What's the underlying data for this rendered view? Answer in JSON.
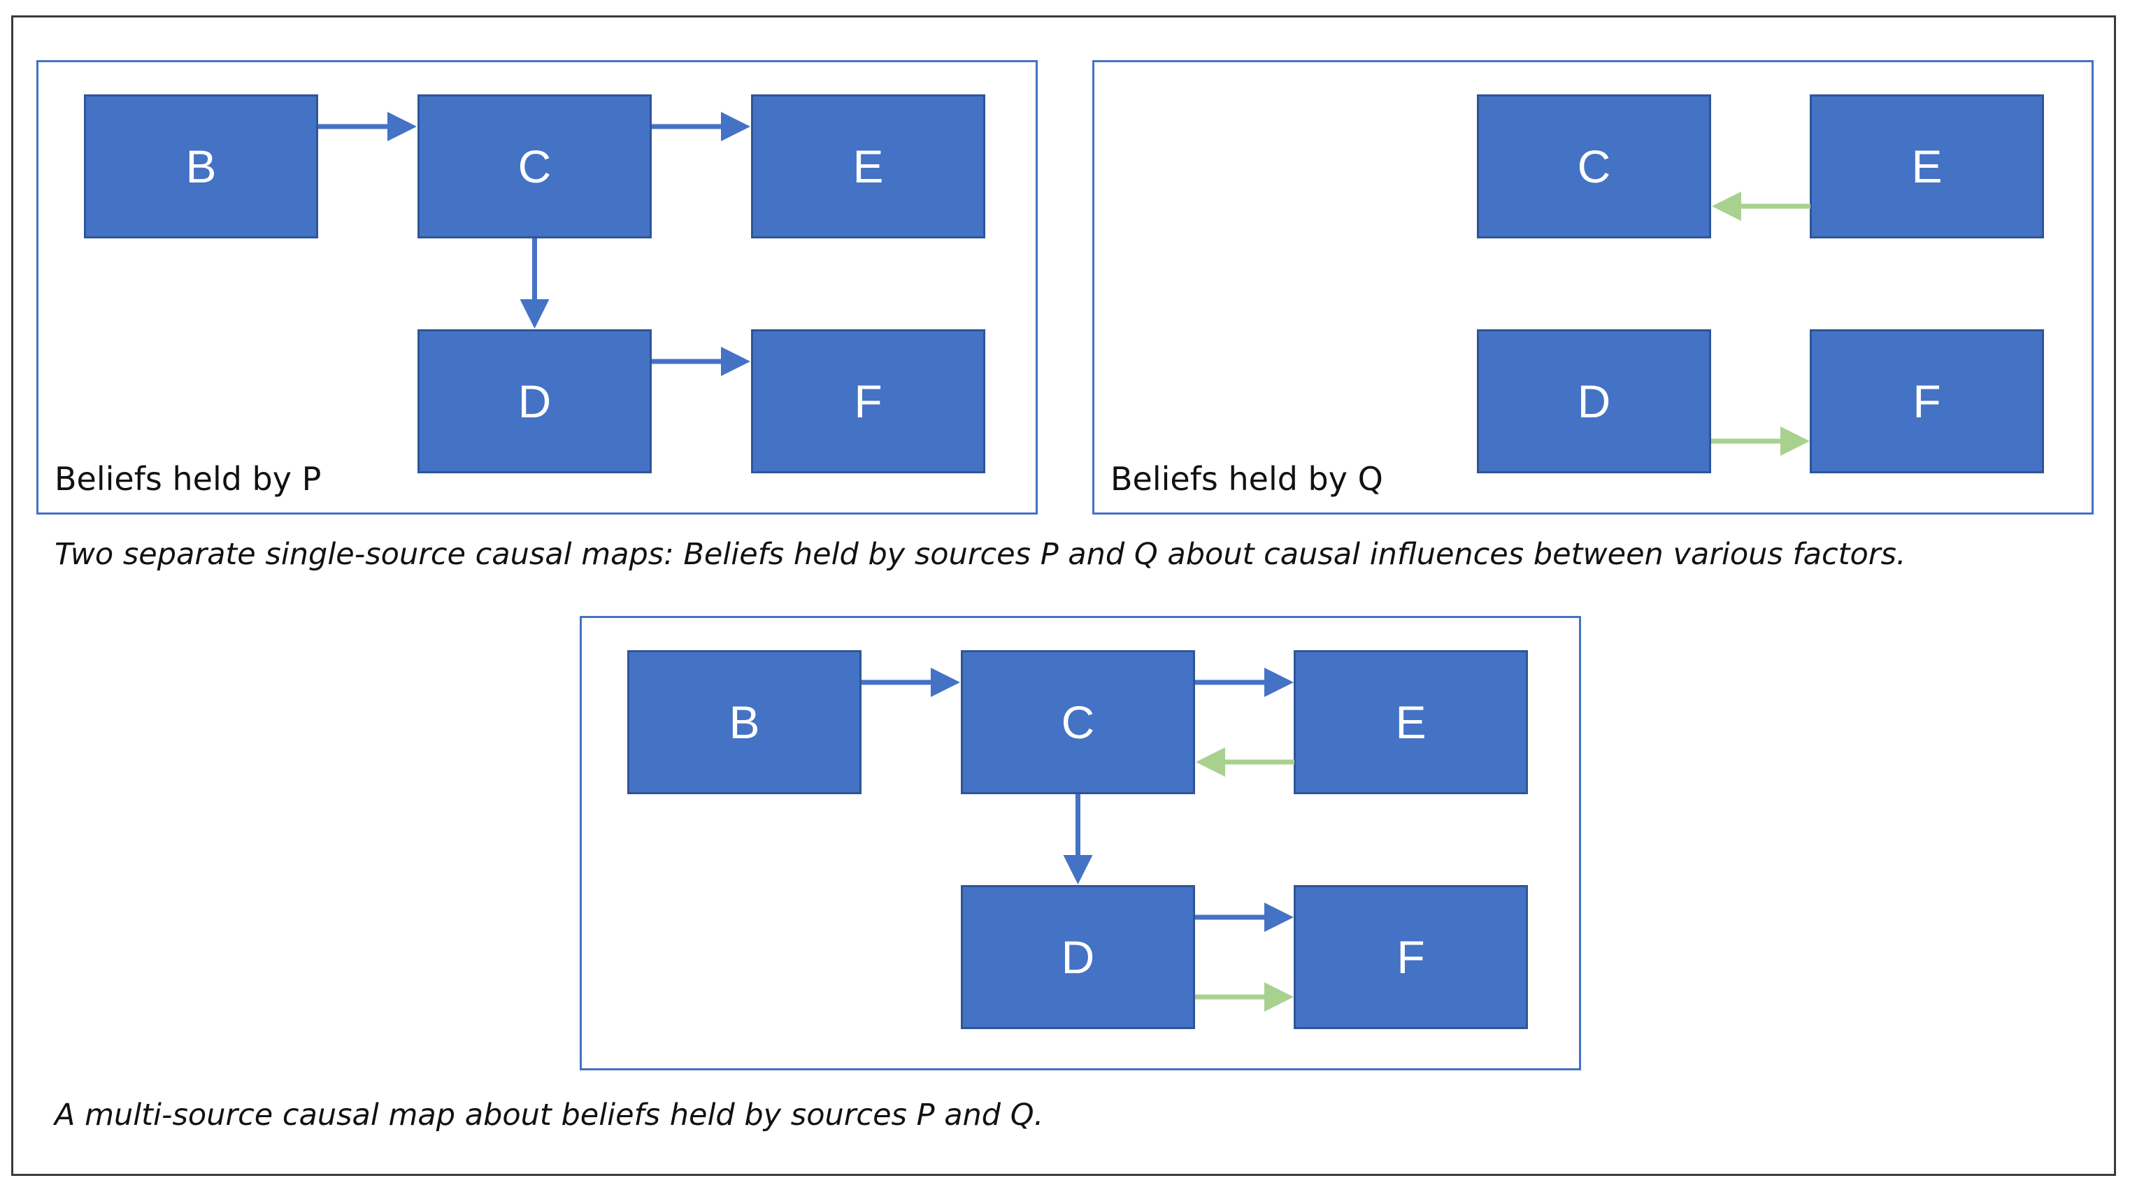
{
  "colors": {
    "node_fill": "#4472c4",
    "node_border": "#2f5597",
    "source_p_arrow": "#4472c4",
    "source_q_arrow": "#a9d18e",
    "frame": "#3a3a3a"
  },
  "panel_p": {
    "label": "Beliefs held by P",
    "nodes": {
      "b": "B",
      "c": "C",
      "e": "E",
      "d": "D",
      "f": "F"
    }
  },
  "panel_q": {
    "label": "Beliefs held by Q",
    "nodes": {
      "c": "C",
      "e": "E",
      "d": "D",
      "f": "F"
    }
  },
  "caption_top": "Two separate single-source causal maps: Beliefs held by sources P and Q about causal influences between various factors.",
  "panel_combined": {
    "nodes": {
      "b": "B",
      "c": "C",
      "e": "E",
      "d": "D",
      "f": "F"
    }
  },
  "caption_bottom": "A multi-source causal map about beliefs held by sources P and Q.",
  "edges": {
    "panel_p": [
      {
        "from": "B",
        "to": "C",
        "source": "P"
      },
      {
        "from": "C",
        "to": "E",
        "source": "P"
      },
      {
        "from": "C",
        "to": "D",
        "source": "P"
      },
      {
        "from": "D",
        "to": "F",
        "source": "P"
      }
    ],
    "panel_q": [
      {
        "from": "E",
        "to": "C",
        "source": "Q"
      },
      {
        "from": "D",
        "to": "F",
        "source": "Q"
      }
    ],
    "panel_combined": [
      {
        "from": "B",
        "to": "C",
        "source": "P"
      },
      {
        "from": "C",
        "to": "E",
        "source": "P"
      },
      {
        "from": "E",
        "to": "C",
        "source": "Q"
      },
      {
        "from": "C",
        "to": "D",
        "source": "P"
      },
      {
        "from": "D",
        "to": "F",
        "source": "P"
      },
      {
        "from": "D",
        "to": "F",
        "source": "Q"
      }
    ]
  }
}
